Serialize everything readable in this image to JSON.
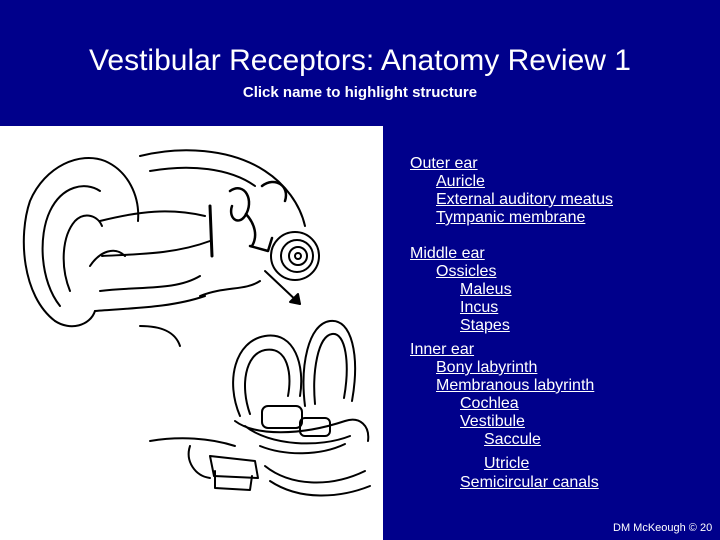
{
  "slide": {
    "title": "Vestibular Receptors: Anatomy Review 1",
    "subtitle": "Click name to highlight structure",
    "footer": "DM McKeough © 20"
  },
  "structures": [
    {
      "label": "Outer ear",
      "level": 0
    },
    {
      "label": "Auricle",
      "level": 1
    },
    {
      "label": "External auditory meatus",
      "level": 1
    },
    {
      "label": "Tympanic membrane",
      "level": 1
    },
    {
      "label": "Middle ear",
      "level": 0
    },
    {
      "label": "Ossicles",
      "level": 1
    },
    {
      "label": "Maleus",
      "level": 2
    },
    {
      "label": "Incus",
      "level": 2
    },
    {
      "label": "Stapes",
      "level": 2
    },
    {
      "label": "Inner ear",
      "level": 0
    },
    {
      "label": "Bony labyrinth",
      "level": 1
    },
    {
      "label": "Membranous labyrinth",
      "level": 1
    },
    {
      "label": "Cochlea",
      "level": 2
    },
    {
      "label": "Vestibule",
      "level": 2
    },
    {
      "label": "Saccule",
      "level": 3
    },
    {
      "label": "Utricle",
      "level": 3
    },
    {
      "label": "Semicircular canals",
      "level": 2
    }
  ],
  "colors": {
    "background": "#00008B",
    "text": "#FFFFFF",
    "illustration_bg": "#FFFFFF"
  }
}
